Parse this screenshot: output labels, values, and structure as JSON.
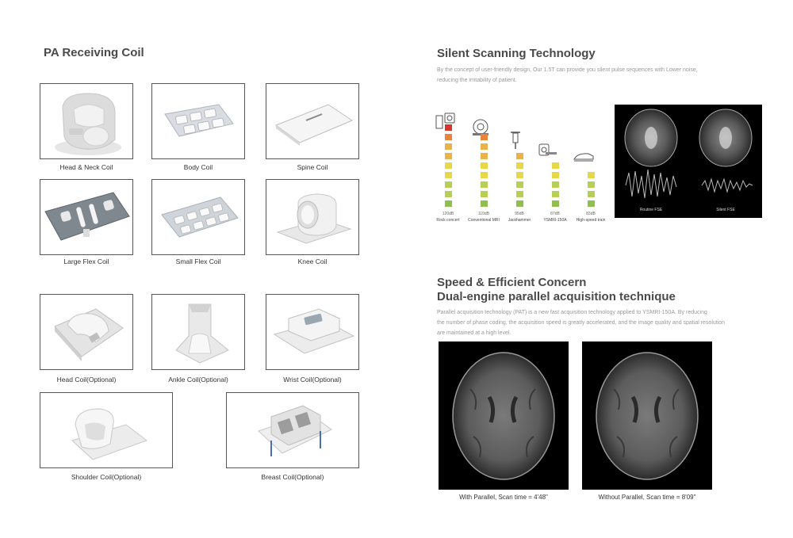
{
  "left": {
    "title": "PA Receiving Coil",
    "coils": [
      {
        "label": "Head & Neck Coil"
      },
      {
        "label": "Body Coil"
      },
      {
        "label": "Spine Coil"
      },
      {
        "label": "Large Flex Coil"
      },
      {
        "label": "Small Flex Coil"
      },
      {
        "label": "Knee Coil"
      },
      {
        "label": "Head Coil(Optional)"
      },
      {
        "label": "Ankle Coil(Optional)"
      },
      {
        "label": "Wrist Coil(Optional)"
      },
      {
        "label": "Shoulder Coil(Optional)"
      },
      {
        "label": "Breast Coil(Optional)"
      }
    ]
  },
  "silent": {
    "title": "Silent Scanning Technology",
    "text_line1": "By the concept of user-friendly design, Our 1.5T can provide you silent pulse sequences with Lower noise,",
    "text_line2": "reducing the irritability of patient.",
    "noise": [
      {
        "db": "120dB",
        "label": "Rock concert",
        "levels": 9
      },
      {
        "db": "110dB",
        "label": "Conventional MRI",
        "levels": 8
      },
      {
        "db": "95dB",
        "label": "Jackhammer",
        "levels": 6
      },
      {
        "db": "87dB",
        "label": "YSMRI-150A",
        "levels": 5
      },
      {
        "db": "83dB",
        "label": "High-speed train",
        "levels": 4
      }
    ],
    "mri_left_label": "Routine FSE",
    "mri_right_label": "Silent FSE",
    "colors": {
      "red": "#d9362b",
      "orange": "#e8853a",
      "amber": "#eab24a",
      "yellow": "#e6d84a",
      "lime": "#b8cf56",
      "green": "#8fbf4e"
    }
  },
  "speed": {
    "title1": "Speed & Efficient Concern",
    "title2": "Dual-engine parallel acquisition technique",
    "text_line1": "Parallel acquisition technology (PAT) is a new fast acquisition technology applied to YSMRI-150A. By reducing",
    "text_line2": "the number of phase coding, the acquisition speed is greatly accelerated, and the image quality and spatial resolution",
    "text_line3": "are maintained at a high level.",
    "caption_left": "With Parallel, Scan time = 4'48\"",
    "caption_right": "Without Parallel, Scan time = 8'09\""
  }
}
